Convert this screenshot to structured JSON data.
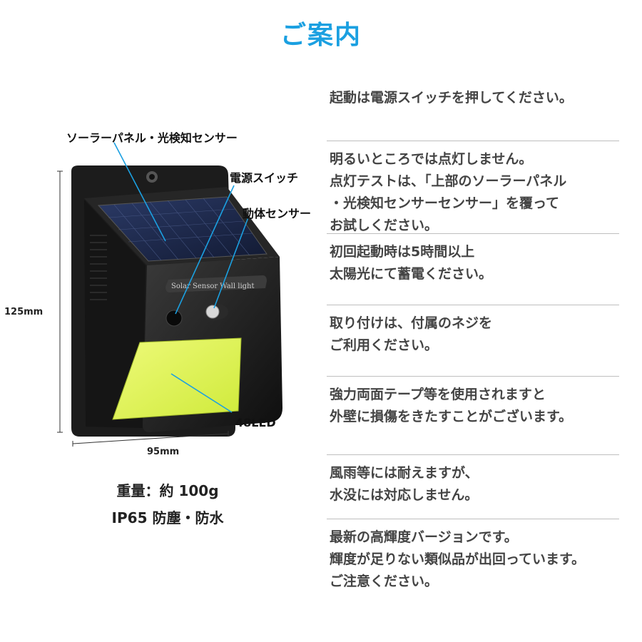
{
  "title": "ご案内",
  "product": {
    "brand_label": "Solar Sensor Wall light",
    "callouts": {
      "solar_panel": "ソーラーパネル・光検知センサー",
      "power_switch": "電源スイッチ",
      "motion_sensor": "動体センサー",
      "led": "48LED"
    },
    "dimensions": {
      "height": "125mm",
      "width": "95mm"
    },
    "specs": [
      "重量：約 100g",
      "IP65 防塵・防水"
    ]
  },
  "notes": [
    {
      "lines": [
        "起動は電源スイッチを押してください。"
      ]
    },
    {
      "lines": [
        "明るいところでは点灯しません。",
        "点灯テストは、「上部のソーラーパネル",
        "・光検知センサーセンサー」を覆って",
        "お試しください。"
      ]
    },
    {
      "lines": [
        "初回起動時は5時間以上",
        "太陽光にて蓄電ください。"
      ]
    },
    {
      "lines": [
        "取り付けは、付属のネジを",
        "ご利用ください。"
      ]
    },
    {
      "lines": [
        "強力両面テープ等を使用されますと",
        "外壁に損傷をきたすことがございます。"
      ]
    },
    {
      "lines": [
        "風雨等には耐えますが、",
        "水没には対応しません。"
      ]
    },
    {
      "lines": [
        "最新の高輝度バージョンです。",
        "輝度が足りない類似品が出回っています。",
        "ご注意ください。"
      ]
    }
  ],
  "colors": {
    "title": "#1ba0e1",
    "callout_line": "#1ba0e1",
    "led": "#d9f24a",
    "body": "#1a1a1a"
  }
}
